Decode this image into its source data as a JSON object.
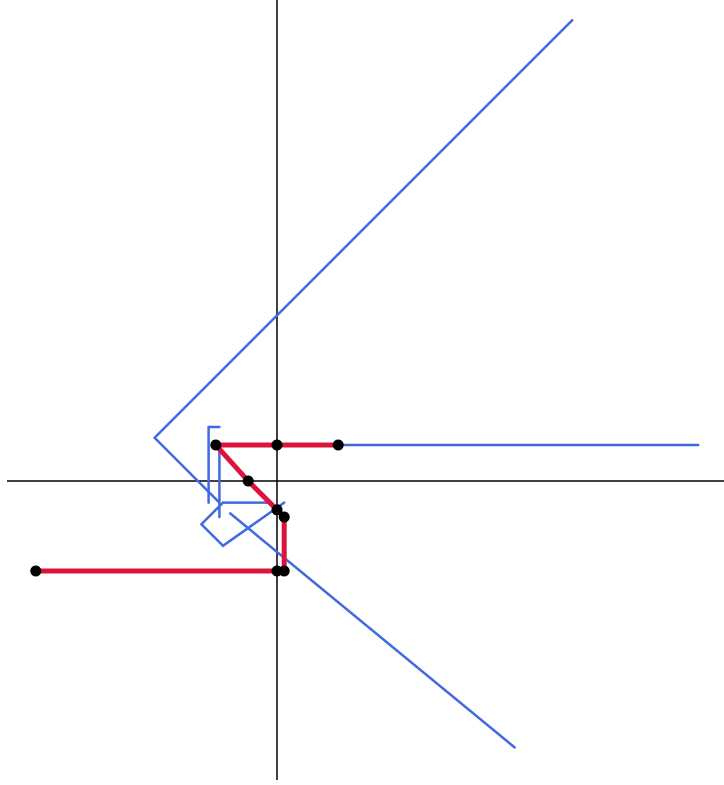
{
  "colors": {
    "boundary": "#4169E1",
    "path": "#DC143C",
    "point": "#000000",
    "axis": "#000000"
  },
  "chart_data": {
    "type": "diagram",
    "grid": false,
    "axes": {
      "origin": [
        0,
        0
      ],
      "x_visible": true,
      "y_visible": true
    },
    "blue_segments": [
      [
        [
          -3.4,
          1.2
        ],
        [
          8.2,
          12.8
        ]
      ],
      [
        [
          -3.4,
          1.2
        ],
        [
          -1.6,
          -0.6
        ]
      ],
      [
        [
          -1.3,
          -0.9
        ],
        [
          6.6,
          -7.4
        ]
      ],
      [
        [
          -1.9,
          1.5
        ],
        [
          -1.9,
          -0.6
        ]
      ],
      [
        [
          -1.6,
          1.0
        ],
        [
          -1.6,
          -1.0
        ]
      ],
      [
        [
          -1.9,
          1.5
        ],
        [
          -1.6,
          1.5
        ]
      ],
      [
        [
          -2.1,
          -1.2
        ],
        [
          -1.5,
          -1.8
        ]
      ],
      [
        [
          -2.1,
          -1.2
        ],
        [
          -1.5,
          -0.6
        ]
      ],
      [
        [
          -1.5,
          -1.8
        ],
        [
          0.2,
          -0.6
        ]
      ],
      [
        [
          -1.5,
          -0.6
        ],
        [
          -0.2,
          -0.6
        ]
      ],
      [
        [
          1.7,
          1.0
        ],
        [
          11.7,
          1.0
        ]
      ]
    ],
    "red_path": [
      [
        1.7,
        1.0
      ],
      [
        0.0,
        1.0
      ],
      [
        -1.7,
        1.0
      ],
      [
        -0.8,
        0.0
      ],
      [
        0.0,
        -0.8
      ],
      [
        0.2,
        -1.0
      ],
      [
        0.2,
        -2.5
      ],
      [
        0.0,
        -2.5
      ],
      [
        -6.7,
        -2.5
      ]
    ],
    "points": [
      [
        1.7,
        1.0
      ],
      [
        0.0,
        1.0
      ],
      [
        -1.7,
        1.0
      ],
      [
        -0.8,
        0.0
      ],
      [
        0.0,
        -0.8
      ],
      [
        0.2,
        -1.0
      ],
      [
        0.2,
        -2.5
      ],
      [
        0.0,
        -2.5
      ],
      [
        -6.7,
        -2.5
      ]
    ],
    "x_range": [
      -7.5,
      12.0
    ],
    "y_range": [
      -8.2,
      13.4
    ]
  }
}
